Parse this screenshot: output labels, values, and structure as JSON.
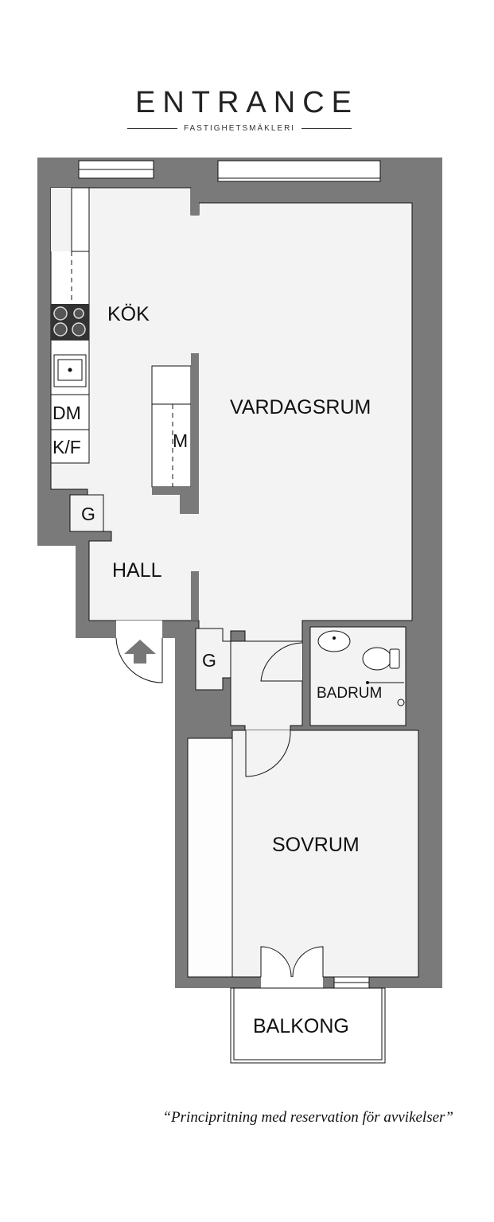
{
  "brand": {
    "name": "ENTRANCE",
    "subtitle": "FASTIGHETSMÄKLERI"
  },
  "rooms": {
    "kok": "KÖK",
    "vardagsrum": "VARDAGSRUM",
    "hall": "HALL",
    "badrum": "BADRUM",
    "sovrum": "SOVRUM",
    "balkong": "BALKONG"
  },
  "fixtures": {
    "dishwasher": "DM",
    "fridge_freezer": "K/F",
    "microwave": "M",
    "wardrobe_hall": "G",
    "wardrobe_corridor": "G"
  },
  "disclaimer": "“Principritning med reservation för avvikelser”",
  "colors": {
    "wall": "#7a7a7a",
    "floor": "#f3f3f3",
    "line": "#111111"
  }
}
